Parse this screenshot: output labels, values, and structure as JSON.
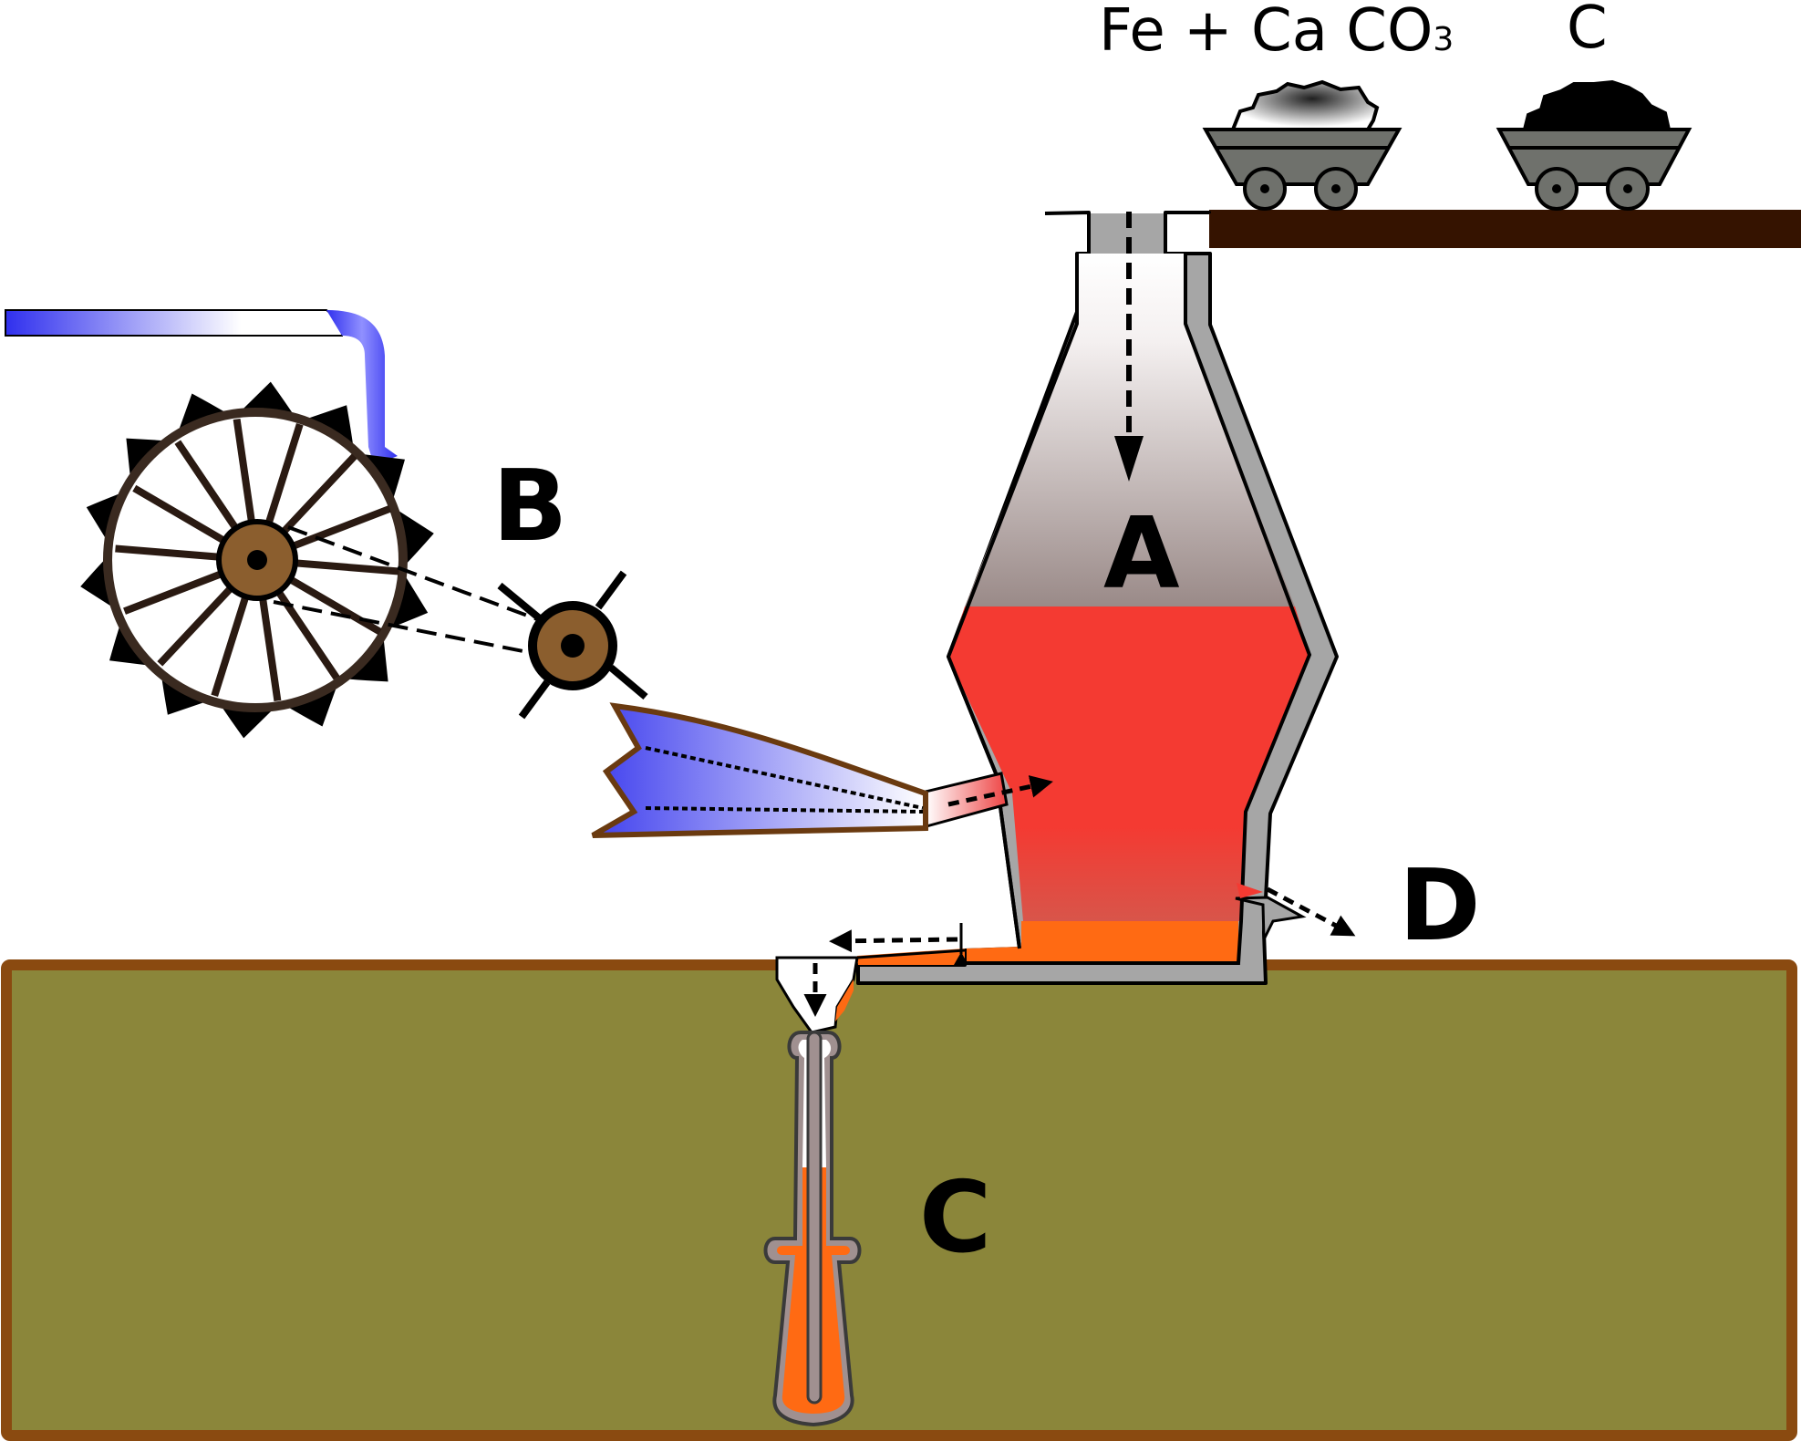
{
  "labels": {
    "furnace": "A",
    "bellows": "B",
    "mould": "C",
    "slag": "D"
  },
  "carts": {
    "ore_cart": {
      "formula_main": "Fe + Ca CO",
      "formula_subscript": "3"
    },
    "fuel_cart": {
      "formula": "C"
    }
  },
  "colors": {
    "ground": "#8b863a",
    "ground_border": "#8a4a10",
    "furnace_wall": "#a6a6a6",
    "molten_zone": "#f43a32",
    "molten_iron": "#ff6a13",
    "water": "#4444ee",
    "platform": "#351300",
    "hub": "#8b5e2e",
    "cart_body": "#6f716c"
  }
}
